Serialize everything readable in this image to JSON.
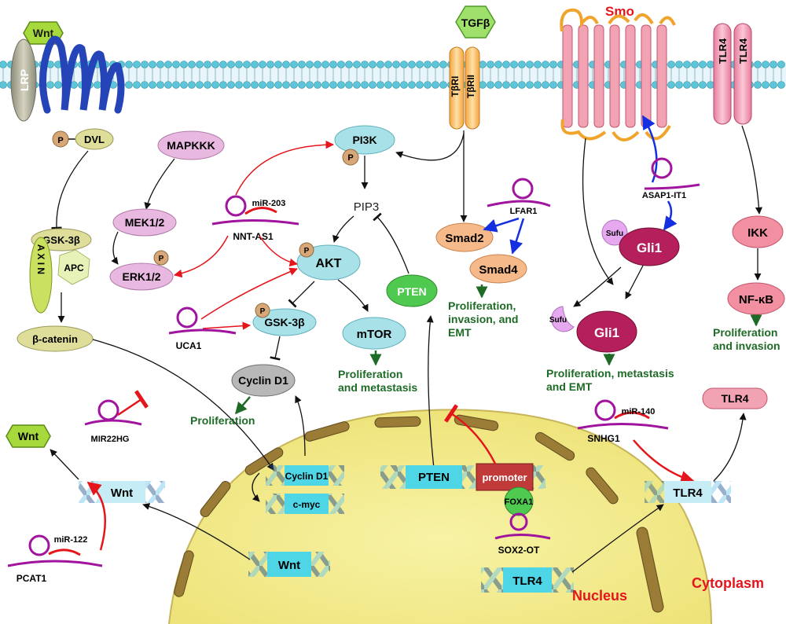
{
  "membrane": {
    "wnt": "Wnt",
    "lrp": "LRP",
    "tgfb": "TGFβ",
    "tbri": "TβRI",
    "tbrii": "TβRII",
    "smo": "Smo",
    "tlr4_a": "TLR4",
    "tlr4_b": "TLR4"
  },
  "wnt_path": {
    "p": "P",
    "dvl": "DVL",
    "gsk3b": "GSK-3β",
    "axin": "A X I N",
    "apc": "APC",
    "bcatenin": "β-catenin",
    "mir22hg": "MIR22HG",
    "wnt_out": "Wnt",
    "wnt_gene_cyto": "Wnt",
    "pcat1": "PCAT1",
    "mir122": "miR-122"
  },
  "mapk": {
    "mapkkk": "MAPKKK",
    "mek": "MEK1/2",
    "erk": "ERK1/2",
    "p": "P"
  },
  "pi3k": {
    "pi3k": "PI3K",
    "p1": "P",
    "pip3": "PIP3",
    "akt": "AKT",
    "p2": "P",
    "gsk3b": "GSK-3β",
    "p3": "P",
    "mtor": "mTOR",
    "pten": "PTEN",
    "cyclin": "Cyclin D1",
    "nntas1": "NNT-AS1",
    "mir203": "miR-203",
    "uca1": "UCA1",
    "out_prolif": "Proliferation",
    "out_meta_1": "Proliferation",
    "out_meta_2": "and metastasis"
  },
  "tgf": {
    "lfar1": "LFAR1",
    "smad2": "Smad2",
    "smad4": "Smad4",
    "out_1": "Proliferation,",
    "out_2": "invasion, and",
    "out_3": "EMT"
  },
  "hh": {
    "asap": "ASAP1-IT1",
    "sufu1": "Sufu",
    "gli1a": "Gli1",
    "sufu2": "Sufu",
    "gli1b": "Gli1",
    "out_1": "Proliferation, metastasis",
    "out_2": "and EMT"
  },
  "tlr": {
    "ikk": "IKK",
    "nfkb": "NF-κB",
    "out_1": "Proliferation",
    "out_2": "and invasion",
    "tlr4_out": "TLR4",
    "snhg1": "SNHG1",
    "mir140": "miR-140",
    "tlr4_gene_cyto": "TLR4"
  },
  "nucleus": {
    "cyclin_gene": "Cyclin D1",
    "cmyc_gene": "c-myc",
    "pten_gene": "PTEN",
    "promoter": "promoter",
    "foxa1": "FOXA1",
    "sox2ot": "SOX2-OT",
    "wnt_gene": "Wnt",
    "tlr4_gene": "TLR4",
    "label": "Nucleus",
    "cytoplasm": "Cytoplasm"
  }
}
